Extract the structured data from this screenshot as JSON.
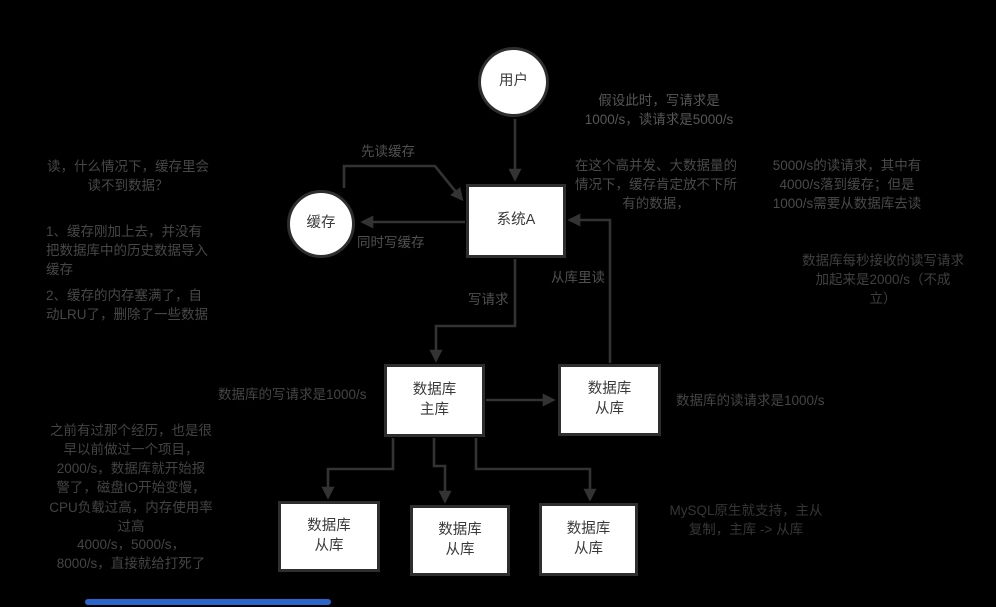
{
  "colors": {
    "background": "#000000",
    "node_fill": "#ffffff",
    "node_border": "#2e2e2e",
    "node_text": "#3a3a3a",
    "line": "#333333",
    "label_text": "#505050",
    "progress_bar": "#2a65cc"
  },
  "nodes": {
    "user": {
      "label": "用户"
    },
    "cache": {
      "label": "缓存"
    },
    "system_a": {
      "label": "系统A"
    },
    "db_master": {
      "label": "数据库\n主库"
    },
    "db_slave_right": {
      "label": "数据库\n从库"
    },
    "db_slave_1": {
      "label": "数据库\n从库"
    },
    "db_slave_2": {
      "label": "数据库\n从库"
    },
    "db_slave_3": {
      "label": "数据库\n从库"
    }
  },
  "edge_labels": {
    "read_cache_first": "先读缓存",
    "write_cache_same_time": "同时写缓存",
    "write_request": "写请求",
    "read_from_slave": "从库里读"
  },
  "annotations": {
    "assume": "假设此时，写请求是\n1000/s，读请求是5000/s",
    "high_concurrency": "在这个高并发、大数据量的\n情况下，缓存肯定放不下所\n有的数据，",
    "read_5000": "5000/s的读请求，其中有\n4000/s落到缓存；但是\n1000/s需要从数据库去读",
    "db_2000": "数据库每秒接收的读写请求\n加起来是2000/s（不成\n立）",
    "cache_miss_question": "读，什么情况下，缓存里会\n读不到数据？",
    "cache_miss_reason_1": "1、缓存刚加上去，并没有\n把数据库中的历史数据导入\n缓存",
    "cache_miss_reason_2": "2、缓存的内存塞满了，自\n动LRU了，删除了一些数据",
    "db_write_1000": "数据库的写请求是1000/s",
    "db_read_1000": "数据库的读请求是1000/s",
    "experience": "之前有过那个经历，也是很\n早以前做过一个项目，\n2000/s，数据库就开始报\n警了，磁盘IO开始变慢，\nCPU负载过高，内存使用率\n过高",
    "overload": "4000/s，5000/s，\n8000/s，直接就给打死了",
    "mysql_replication": "MySQL原生就支持，主从\n复制，主库 -> 从库"
  }
}
